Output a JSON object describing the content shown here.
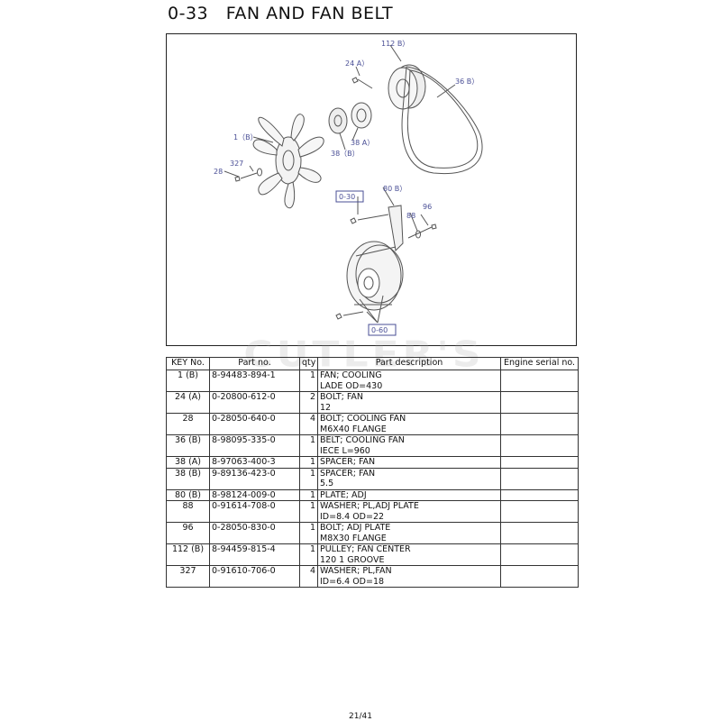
{
  "page": {
    "title": "0-33   FAN AND FAN BELT",
    "watermark": "CUTLER'S",
    "page_number": "21/41"
  },
  "diagram": {
    "callouts": [
      "112 B）",
      "24 A）",
      "36 B）",
      "1（B）",
      "327",
      "28",
      "38 A）",
      "38（B）",
      "0-30",
      "80 B）",
      "96",
      "88",
      "0-60"
    ],
    "line_color": "#555555",
    "callout_color": "#4a4f96"
  },
  "table": {
    "headers": [
      "KEY No.",
      "Part no.",
      "qty",
      "Part description",
      "Engine serial no."
    ],
    "rows": [
      {
        "key": "1 (B)",
        "part_no": "8-94483-894-1",
        "qty": "1",
        "desc": [
          "FAN; COOLING",
          "LADE OD=430"
        ],
        "serial": ""
      },
      {
        "key": "24 (A)",
        "part_no": "0-20800-612-0",
        "qty": "2",
        "desc": [
          "BOLT; FAN",
          "12"
        ],
        "serial": ""
      },
      {
        "key": "28",
        "part_no": "0-28050-640-0",
        "qty": "4",
        "desc": [
          "BOLT; COOLING FAN",
          "M6X40 FLANGE"
        ],
        "serial": ""
      },
      {
        "key": "36 (B)",
        "part_no": "8-98095-335-0",
        "qty": "1",
        "desc": [
          "BELT; COOLING FAN",
          "IECE L=960"
        ],
        "serial": ""
      },
      {
        "key": "38 (A)",
        "part_no": "8-97063-400-3",
        "qty": "1",
        "desc": [
          "SPACER; FAN"
        ],
        "serial": ""
      },
      {
        "key": "38 (B)",
        "part_no": "9-89136-423-0",
        "qty": "1",
        "desc": [
          "SPACER; FAN",
          "5.5"
        ],
        "serial": ""
      },
      {
        "key": "80 (B)",
        "part_no": "8-98124-009-0",
        "qty": "1",
        "desc": [
          "PLATE; ADJ"
        ],
        "serial": ""
      },
      {
        "key": "88",
        "part_no": "0-91614-708-0",
        "qty": "1",
        "desc": [
          "WASHER; PL,ADJ PLATE",
          "ID=8.4 OD=22"
        ],
        "serial": ""
      },
      {
        "key": "96",
        "part_no": "0-28050-830-0",
        "qty": "1",
        "desc": [
          "BOLT; ADJ PLATE",
          "M8X30 FLANGE"
        ],
        "serial": ""
      },
      {
        "key": "112 (B)",
        "part_no": "8-94459-815-4",
        "qty": "1",
        "desc": [
          "PULLEY; FAN CENTER",
          "120 1 GROOVE"
        ],
        "serial": ""
      },
      {
        "key": "327",
        "part_no": "0-91610-706-0",
        "qty": "4",
        "desc": [
          "WASHER; PL,FAN",
          "ID=6.4 OD=18"
        ],
        "serial": ""
      }
    ]
  }
}
